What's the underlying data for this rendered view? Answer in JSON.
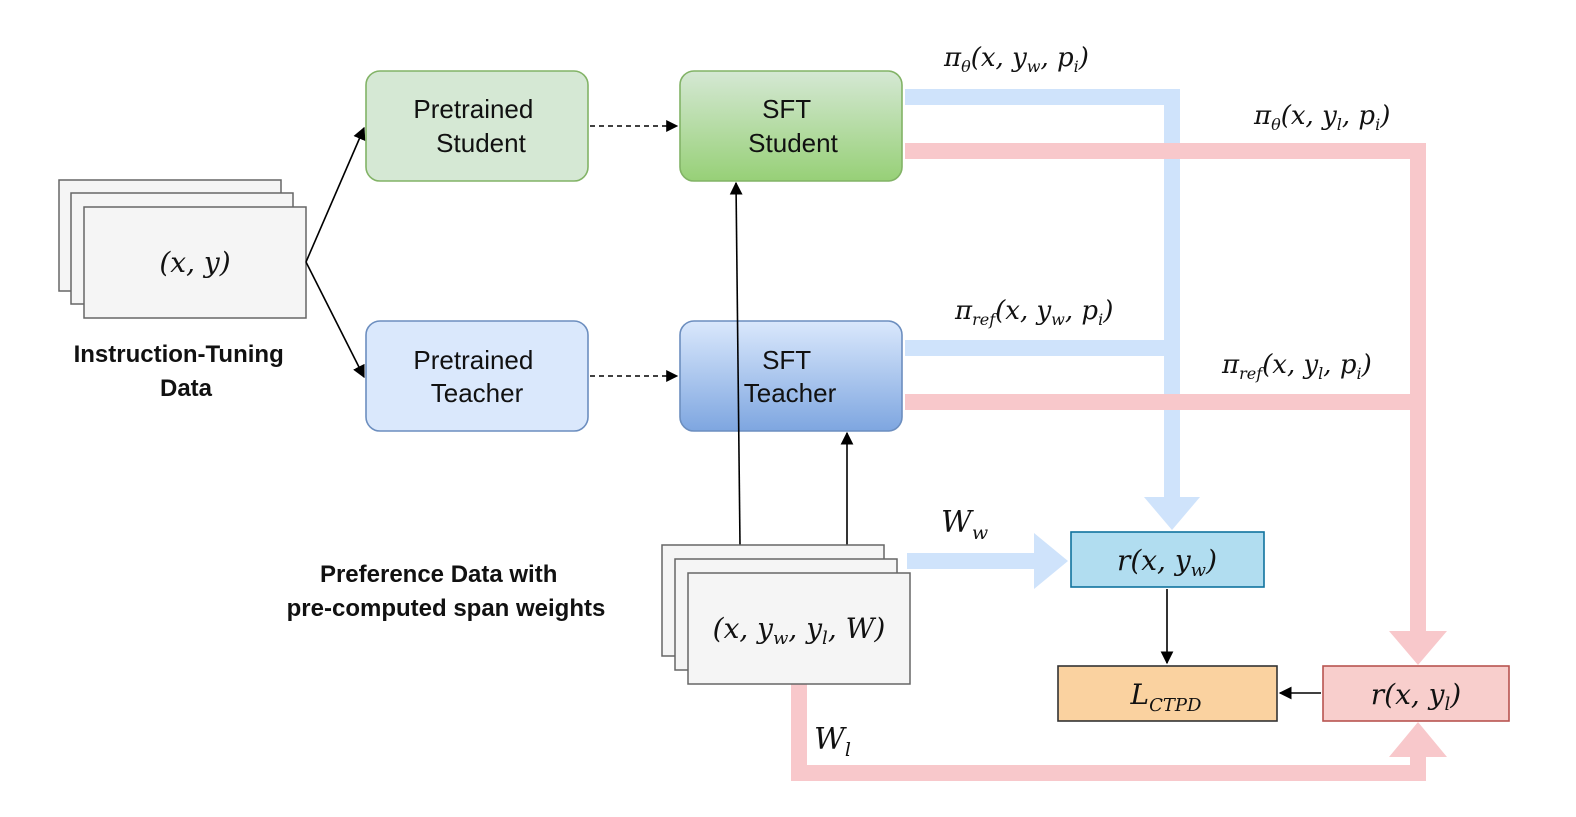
{
  "instruction_data": {
    "stack_label": "(x, y)",
    "caption_line1": "Instruction-Tuning",
    "caption_line2": "Data"
  },
  "pretrained_student": {
    "line1": "Pretrained",
    "line2": "Student"
  },
  "sft_student": {
    "line1": "SFT",
    "line2": "Student"
  },
  "pretrained_teacher": {
    "line1": "Pretrained",
    "line2": "Teacher"
  },
  "sft_teacher": {
    "line1": "SFT",
    "line2": "Teacher"
  },
  "preference_data": {
    "stack_label": "(x, y_w, y_l, W)",
    "caption_line1": "Preference Data with",
    "caption_line2": "pre-computed span weights"
  },
  "reward_w": {
    "label": "r(x, y_w)"
  },
  "reward_l": {
    "label": "r(x, y_l)"
  },
  "loss": {
    "label": "L_CTPD"
  },
  "edge_labels": {
    "pi_theta_w": "π_θ(x, y_w, p_i)",
    "pi_theta_l": "π_θ(x, y_l, p_i)",
    "pi_ref_w": "π_ref(x, y_w, p_i)",
    "pi_ref_l": "π_ref(x, y_l, p_i)",
    "weight_w": "W_w",
    "weight_l": "W_l"
  },
  "colors": {
    "blue_flow": "#cfe3fb",
    "red_flow": "#f8c8cb",
    "student_fill": "#d5e8d4",
    "student_stroke": "#82b366",
    "teacher_fill": "#dae8fc",
    "teacher_stroke": "#6c8ebf",
    "reward_w_fill": "#b1ddf0",
    "reward_w_stroke": "#10739e",
    "reward_l_fill": "#f8cecc",
    "reward_l_stroke": "#b85450",
    "loss_fill": "#fad2a0",
    "loss_stroke": "#333333"
  }
}
